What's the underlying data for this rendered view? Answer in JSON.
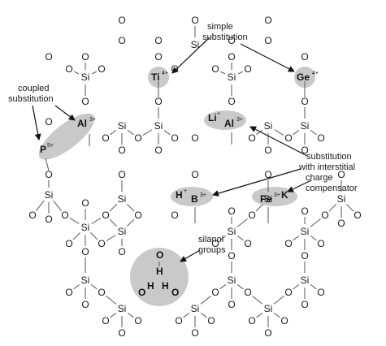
{
  "atoms": {
    "o": "O",
    "si": "Si",
    "h": "H"
  },
  "cations": {
    "ti": {
      "symbol": "Ti",
      "charge": "4+"
    },
    "ge": {
      "symbol": "Ge",
      "charge": "4+"
    },
    "al_coupled": {
      "symbol": "Al",
      "charge": "3+"
    },
    "p": {
      "symbol": "P",
      "charge": "5+"
    },
    "li": {
      "symbol": "Li",
      "charge": "+"
    },
    "al_interstitial": {
      "symbol": "Al",
      "charge": "3+"
    },
    "h": {
      "symbol": "H",
      "charge": "+"
    },
    "b": {
      "symbol": "B",
      "charge": "3+"
    },
    "fe": {
      "symbol": "Fe",
      "charge": "3+"
    },
    "k": {
      "symbol": "K",
      "charge": "+"
    }
  },
  "labels": {
    "simple": [
      "simple",
      "substitution"
    ],
    "coupled": [
      "coupled",
      "substitution"
    ],
    "interstitial": [
      "substitution",
      "with interstitial",
      "charge",
      "compensator"
    ],
    "silanol": [
      "silanol",
      "groups"
    ]
  },
  "colors": {
    "halo": "#c9c9c9",
    "ink": "#111111",
    "bond": "#555555"
  }
}
